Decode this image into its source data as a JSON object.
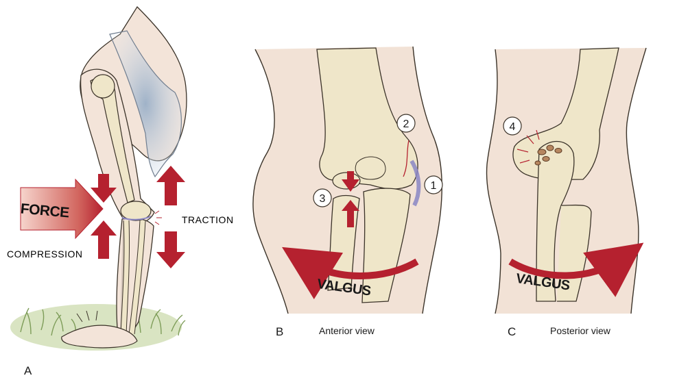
{
  "panels": {
    "a": {
      "letter": "A"
    },
    "b": {
      "letter": "B",
      "caption": "Anterior view"
    },
    "c": {
      "letter": "C",
      "caption": "Posterior view"
    }
  },
  "labels": {
    "force": "FORCE",
    "compression": "COMPRESSION",
    "traction": "TRACTION",
    "valgus_b": "VALGUS",
    "valgus_c": "VALGUS"
  },
  "markers": [
    "1",
    "2",
    "3",
    "4"
  ],
  "colors": {
    "skin": "#f2e2d6",
    "skin_shade": "#e8cfbf",
    "bone": "#efe6c9",
    "bone_outline": "#3a3228",
    "arrow_red": "#b5212f",
    "shirt": "#aeb8c4",
    "grass": "#8fae6a",
    "ligament": "#8a86c4"
  }
}
